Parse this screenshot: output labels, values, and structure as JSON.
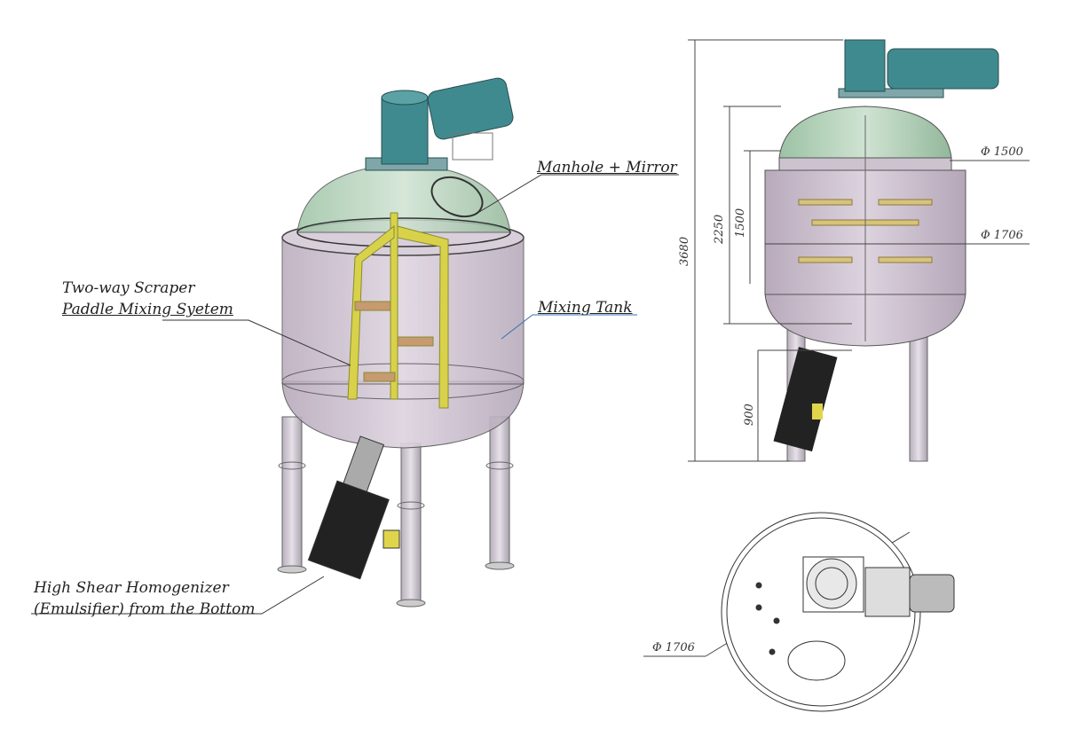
{
  "callouts": {
    "manhole": "Manhole + Mirror",
    "scraper_line1": "Two-way Scraper",
    "scraper_line2": "Paddle Mixing Syetem",
    "mixing_tank": "Mixing Tank",
    "homogenizer_line1": "High Shear  Homogenizer",
    "homogenizer_line2": "(Emulsifier) from the Bottom"
  },
  "dimensions": {
    "total_height": "3680",
    "tank_height": "2250",
    "shell_height": "1500",
    "leg_height": "900",
    "inner_diameter": "Φ 1500",
    "outer_diameter": "Φ 1706",
    "plan_diameter": "Φ 1706"
  },
  "colors": {
    "motor": "#3f8a8f",
    "dome": "#a9cdb0",
    "shell": "#c9bccd",
    "paddle": "#d8d24a"
  }
}
